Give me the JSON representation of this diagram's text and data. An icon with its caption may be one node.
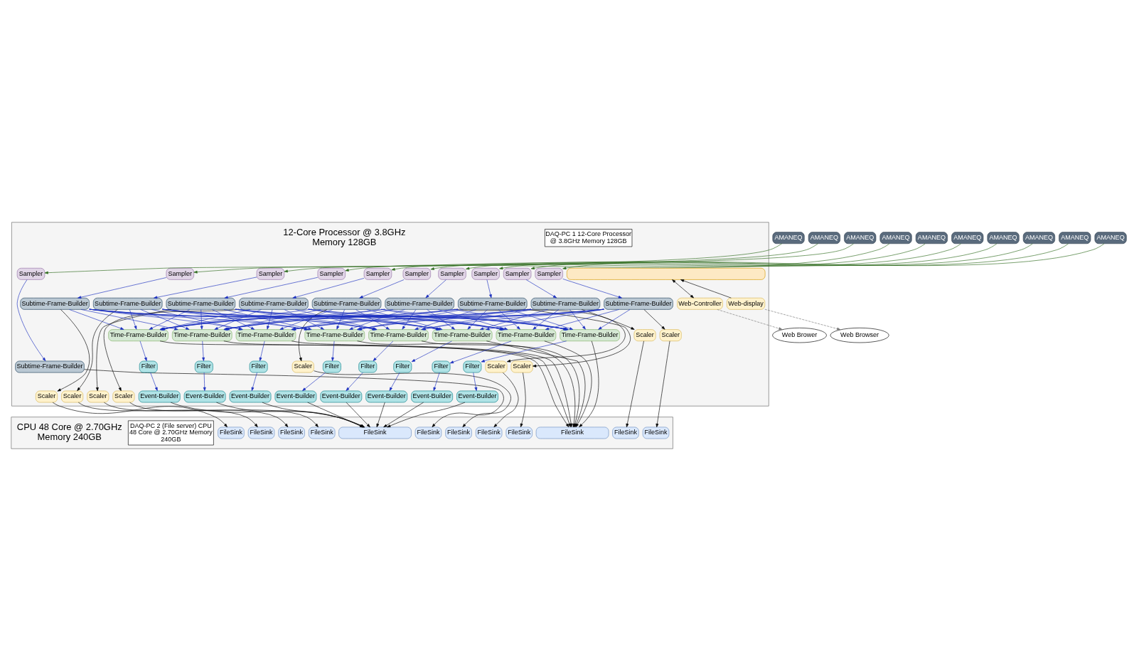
{
  "diagram": {
    "nodes": [
      {
        "text": [],
        "shape": "box"
      },
      {
        "text": [],
        "shape": "box",
        "in": 0
      },
      {
        "text": [
          "AMANEQ"
        ]
      },
      {
        "text": [
          "AMANEQ"
        ]
      },
      {
        "text": [
          "AMANEQ"
        ]
      },
      {
        "text": [
          "AMANEQ"
        ]
      },
      {
        "text": [
          "AMANEQ"
        ]
      },
      {
        "text": [
          "AMANEQ"
        ]
      },
      {
        "text": [
          "AMANEQ"
        ]
      },
      {
        "text": [
          "AMANEQ"
        ]
      },
      {
        "text": [
          "AMANEQ"
        ]
      },
      {
        "text": [
          "AMANEQ"
        ]
      },
      {
        "text": [
          "Sampler"
        ],
        "in": 0
      },
      {
        "text": [
          "Sampler"
        ],
        "in": 0
      },
      {
        "text": [
          "Sampler"
        ],
        "in": 0
      },
      {
        "text": [
          "Sampler"
        ],
        "in": 0
      },
      {
        "text": [
          "Sampler"
        ],
        "in": 0
      },
      {
        "text": [
          "Sampler"
        ],
        "in": 0
      },
      {
        "text": [
          "Sampler"
        ],
        "in": 0
      },
      {
        "text": [
          "Sampler"
        ],
        "in": 0
      },
      {
        "text": [
          "Sampler"
        ],
        "in": 0
      },
      {
        "text": [
          "Sampler"
        ],
        "in": 0
      },
      {
        "text": [
          "Subtime-Frame-Builder"
        ],
        "in": 0
      },
      {
        "text": [
          "Subtime-Frame-Builder"
        ],
        "in": 0
      },
      {
        "text": [
          "Subtime-Frame-Builder"
        ],
        "in": 0
      },
      {
        "text": [
          "Subtime-Frame-Builder"
        ],
        "in": 0
      },
      {
        "text": [
          "Subtime-Frame-Builder"
        ],
        "in": 0
      },
      {
        "text": [
          "Subtime-Frame-Builder"
        ],
        "in": 0
      },
      {
        "text": [
          "Subtime-Frame-Builder"
        ],
        "in": 0
      },
      {
        "text": [
          "Subtime-Frame-Builder"
        ],
        "in": 0
      },
      {
        "text": [
          "Subtime-Frame-Builder"
        ],
        "in": 0
      },
      {
        "text": [
          "Subtime-Frame-Builder"
        ],
        "in": 0
      },
      {
        "text": [
          "Scaler"
        ],
        "in": 0
      },
      {
        "text": [
          "Scaler"
        ],
        "in": 0
      },
      {
        "text": [
          "Scaler"
        ],
        "in": 0
      },
      {
        "text": [
          "Scaler"
        ],
        "in": 0
      },
      {
        "text": [
          "Scaler"
        ],
        "in": 0
      },
      {
        "text": [
          "Scaler"
        ],
        "in": 0
      },
      {
        "text": [
          "Scaler"
        ],
        "in": 0
      },
      {
        "text": [
          "Scaler"
        ],
        "in": 0
      },
      {
        "text": [
          "Scaler"
        ],
        "in": 0
      },
      {
        "text": [
          "Time-Frame-Builder"
        ],
        "in": 0
      },
      {
        "text": [
          "Time-Frame-Builder"
        ],
        "in": 0
      },
      {
        "text": [
          "Time-Frame-Builder"
        ],
        "in": 0
      },
      {
        "text": [
          "Time-Frame-Builder"
        ],
        "in": 0
      },
      {
        "text": [
          "Time-Frame-Builder"
        ],
        "in": 0
      },
      {
        "text": [
          "Time-Frame-Builder"
        ],
        "in": 0
      },
      {
        "text": [
          "Time-Frame-Builder"
        ],
        "in": 0
      },
      {
        "text": [
          "Time-Frame-Builder"
        ],
        "in": 0
      },
      {
        "text": [
          "Filter"
        ],
        "in": 0
      },
      {
        "text": [
          "Filter"
        ],
        "in": 0
      },
      {
        "text": [
          "Filter"
        ],
        "in": 0
      },
      {
        "text": [
          "Filter"
        ],
        "in": 0
      },
      {
        "text": [
          "Filter"
        ],
        "in": 0
      },
      {
        "text": [
          "Filter"
        ],
        "in": 0
      },
      {
        "text": [
          "Filter"
        ],
        "in": 0
      },
      {
        "text": [
          "Filter"
        ],
        "in": 0
      },
      {
        "text": [
          "Event-Builder"
        ],
        "in": 0
      },
      {
        "text": [
          "Event-Builder"
        ],
        "in": 0
      },
      {
        "text": [
          "Event-Builder"
        ],
        "in": 0
      },
      {
        "text": [
          "Event-Builder"
        ],
        "in": 0
      },
      {
        "text": [
          "Event-Builder"
        ],
        "in": 0
      },
      {
        "text": [
          "Event-Builder"
        ],
        "in": 0
      },
      {
        "text": [
          "Event-Builder"
        ],
        "in": 0
      },
      {
        "text": [
          "Event-Builder"
        ],
        "in": 0
      },
      {
        "text": [
          "Web-Controller"
        ],
        "in": 0
      },
      {
        "text": [
          "Web-display"
        ],
        "in": 0
      },
      {
        "text": [
          "Web Browser"
        ]
      },
      {
        "text": [
          "Web Brower"
        ]
      },
      {
        "text": [
          "DAQ-PC 1 12-Core Processor @ 3.8GHz Memory 128GB"
        ],
        "in": 0
      },
      {
        "text": [],
        "shape": "box"
      },
      {
        "text": [
          "FileSink"
        ],
        "in": 70
      },
      {
        "text": [
          "FileSink"
        ],
        "in": 70
      },
      {
        "text": [
          "FileSink"
        ],
        "in": 70
      },
      {
        "text": [
          "FileSink"
        ],
        "in": 70
      },
      {
        "text": [
          "FileSink"
        ],
        "in": 70
      },
      {
        "text": [
          "FileSink"
        ],
        "in": 70
      },
      {
        "text": [
          "FileSink"
        ],
        "in": 70
      },
      {
        "text": [
          "FileSink"
        ],
        "in": 70
      },
      {
        "text": [
          "FileSink"
        ],
        "in": 70
      },
      {
        "text": [
          "FileSink"
        ],
        "in": 70
      },
      {
        "text": [
          "FileSink"
        ],
        "in": 70
      },
      {
        "text": [
          "FileSink"
        ],
        "in": 70
      },
      {
        "text": [
          "DAQ-PC 2 (File server) CPU 48 Core @ 2.70GHz Memory 240GB"
        ],
        "in": 70
      }
    ],
    "edges": [
      {
        "from": 2,
        "to": 12,
        "arrow": "to",
        "color": "#2e6b1e"
      },
      {
        "from": 3,
        "to": 13,
        "arrow": "to",
        "color": "#2e6b1e"
      },
      {
        "from": 4,
        "to": 14,
        "arrow": "to",
        "color": "#2e6b1e"
      },
      {
        "from": 5,
        "to": 15,
        "arrow": "to",
        "color": "#2e6b1e"
      },
      {
        "from": 6,
        "to": 16,
        "arrow": "to",
        "color": "#2e6b1e"
      },
      {
        "from": 7,
        "to": 17,
        "arrow": "to",
        "color": "#2e6b1e"
      },
      {
        "from": 8,
        "to": 18,
        "arrow": "to",
        "color": "#2e6b1e"
      },
      {
        "from": 9,
        "to": 19,
        "arrow": "to",
        "color": "#2e6b1e"
      },
      {
        "from": 10,
        "to": 20,
        "arrow": "to",
        "color": "#2e6b1e"
      },
      {
        "from": 11,
        "to": 21,
        "arrow": "to",
        "color": "#2e6b1e"
      },
      {
        "from": 12,
        "to": 22,
        "arrow": "to"
      },
      {
        "from": 13,
        "to": 23,
        "arrow": "to"
      },
      {
        "from": 14,
        "to": 24,
        "arrow": "to"
      },
      {
        "from": 15,
        "to": 25,
        "arrow": "to"
      },
      {
        "from": 16,
        "to": 26,
        "arrow": "to"
      },
      {
        "from": 17,
        "to": 27,
        "arrow": "to"
      },
      {
        "from": 18,
        "to": 28,
        "arrow": "to"
      },
      {
        "from": 19,
        "to": 29,
        "arrow": "to"
      },
      {
        "from": 20,
        "to": 30,
        "arrow": "to"
      },
      {
        "from": 21,
        "to": 31,
        "arrow": "to"
      },
      {
        "from": 22,
        "to": 80,
        "arrow": "to",
        "color": "#000000"
      },
      {
        "from": 23,
        "to": 32,
        "arrow": "to",
        "color": "#000000"
      },
      {
        "from": 24,
        "to": 33,
        "arrow": "to",
        "color": "#000000"
      },
      {
        "from": 25,
        "to": 34,
        "arrow": "to",
        "color": "#000000"
      },
      {
        "from": 26,
        "to": 35,
        "arrow": "to",
        "color": "#000000"
      },
      {
        "from": 27,
        "to": 36,
        "arrow": "to",
        "color": "#000000"
      },
      {
        "from": 28,
        "to": 37,
        "arrow": "to",
        "color": "#000000"
      },
      {
        "from": 29,
        "to": 38,
        "arrow": "to",
        "color": "#000000"
      },
      {
        "from": 30,
        "to": 39,
        "arrow": "to",
        "color": "#000000"
      },
      {
        "from": 31,
        "to": 40,
        "arrow": "to",
        "color": "#000000"
      },
      {
        "from": 32,
        "to": 79,
        "arrow": "to",
        "color": "#000000"
      },
      {
        "from": 33,
        "to": 78,
        "arrow": "to",
        "color": "#000000"
      },
      {
        "from": 34,
        "to": 77,
        "arrow": "to",
        "color": "#000000"
      },
      {
        "from": 35,
        "to": 76,
        "arrow": "to",
        "color": "#000000"
      },
      {
        "from": 36,
        "to": 75,
        "arrow": "to",
        "color": "#000000"
      },
      {
        "from": 37,
        "to": 74,
        "arrow": "to",
        "color": "#000000"
      },
      {
        "from": 38,
        "to": 73,
        "arrow": "to",
        "color": "#000000"
      },
      {
        "from": 39,
        "to": 72,
        "arrow": "to",
        "color": "#000000"
      },
      {
        "from": 40,
        "to": 71,
        "arrow": "to",
        "color": "#000000"
      },
      {
        "from": 23,
        "to": 41,
        "arrow": "to"
      },
      {
        "from": 23,
        "to": 42,
        "arrow": "to"
      },
      {
        "from": 23,
        "to": 43,
        "arrow": "to"
      },
      {
        "from": 23,
        "to": 44,
        "arrow": "to"
      },
      {
        "from": 23,
        "to": 45,
        "arrow": "to"
      },
      {
        "from": 23,
        "to": 46,
        "arrow": "to"
      },
      {
        "from": 23,
        "to": 47,
        "arrow": "to"
      },
      {
        "from": 23,
        "to": 48,
        "arrow": "to"
      },
      {
        "from": 24,
        "to": 41,
        "arrow": "to"
      },
      {
        "from": 24,
        "to": 42,
        "arrow": "to"
      },
      {
        "from": 24,
        "to": 43,
        "arrow": "to"
      },
      {
        "from": 24,
        "to": 44,
        "arrow": "to"
      },
      {
        "from": 24,
        "to": 45,
        "arrow": "to"
      },
      {
        "from": 24,
        "to": 46,
        "arrow": "to"
      },
      {
        "from": 24,
        "to": 47,
        "arrow": "to"
      },
      {
        "from": 24,
        "to": 48,
        "arrow": "to"
      },
      {
        "from": 25,
        "to": 41,
        "arrow": "to"
      },
      {
        "from": 25,
        "to": 42,
        "arrow": "to"
      },
      {
        "from": 25,
        "to": 43,
        "arrow": "to"
      },
      {
        "from": 25,
        "to": 44,
        "arrow": "to"
      },
      {
        "from": 25,
        "to": 45,
        "arrow": "to"
      },
      {
        "from": 25,
        "to": 46,
        "arrow": "to"
      },
      {
        "from": 25,
        "to": 47,
        "arrow": "to"
      },
      {
        "from": 25,
        "to": 48,
        "arrow": "to"
      },
      {
        "from": 26,
        "to": 41,
        "arrow": "to"
      },
      {
        "from": 26,
        "to": 42,
        "arrow": "to"
      },
      {
        "from": 26,
        "to": 43,
        "arrow": "to"
      },
      {
        "from": 26,
        "to": 44,
        "arrow": "to"
      },
      {
        "from": 26,
        "to": 45,
        "arrow": "to"
      },
      {
        "from": 26,
        "to": 46,
        "arrow": "to"
      },
      {
        "from": 26,
        "to": 47,
        "arrow": "to"
      },
      {
        "from": 26,
        "to": 48,
        "arrow": "to"
      },
      {
        "from": 27,
        "to": 41,
        "arrow": "to"
      },
      {
        "from": 27,
        "to": 42,
        "arrow": "to"
      },
      {
        "from": 27,
        "to": 43,
        "arrow": "to"
      },
      {
        "from": 27,
        "to": 44,
        "arrow": "to"
      },
      {
        "from": 27,
        "to": 45,
        "arrow": "to"
      },
      {
        "from": 27,
        "to": 46,
        "arrow": "to"
      },
      {
        "from": 27,
        "to": 47,
        "arrow": "to"
      },
      {
        "from": 27,
        "to": 48,
        "arrow": "to"
      },
      {
        "from": 28,
        "to": 41,
        "arrow": "to"
      },
      {
        "from": 28,
        "to": 42,
        "arrow": "to"
      },
      {
        "from": 28,
        "to": 43,
        "arrow": "to"
      },
      {
        "from": 28,
        "to": 44,
        "arrow": "to"
      },
      {
        "from": 28,
        "to": 45,
        "arrow": "to"
      },
      {
        "from": 28,
        "to": 46,
        "arrow": "to"
      },
      {
        "from": 28,
        "to": 47,
        "arrow": "to"
      },
      {
        "from": 28,
        "to": 48,
        "arrow": "to"
      },
      {
        "from": 29,
        "to": 41,
        "arrow": "to"
      },
      {
        "from": 29,
        "to": 42,
        "arrow": "to"
      },
      {
        "from": 29,
        "to": 43,
        "arrow": "to"
      },
      {
        "from": 29,
        "to": 44,
        "arrow": "to"
      },
      {
        "from": 29,
        "to": 45,
        "arrow": "to"
      },
      {
        "from": 29,
        "to": 46,
        "arrow": "to"
      },
      {
        "from": 29,
        "to": 47,
        "arrow": "to"
      },
      {
        "from": 29,
        "to": 48,
        "arrow": "to"
      },
      {
        "from": 30,
        "to": 41,
        "arrow": "to"
      },
      {
        "from": 30,
        "to": 42,
        "arrow": "to"
      },
      {
        "from": 30,
        "to": 43,
        "arrow": "to"
      },
      {
        "from": 30,
        "to": 44,
        "arrow": "to"
      },
      {
        "from": 30,
        "to": 45,
        "arrow": "to"
      },
      {
        "from": 30,
        "to": 46,
        "arrow": "to"
      },
      {
        "from": 30,
        "to": 47,
        "arrow": "to"
      },
      {
        "from": 30,
        "to": 48,
        "arrow": "to"
      },
      {
        "from": 31,
        "to": 41,
        "arrow": "to"
      },
      {
        "from": 31,
        "to": 42,
        "arrow": "to"
      },
      {
        "from": 31,
        "to": 43,
        "arrow": "to"
      },
      {
        "from": 31,
        "to": 44,
        "arrow": "to"
      },
      {
        "from": 31,
        "to": 45,
        "arrow": "to"
      },
      {
        "from": 31,
        "to": 46,
        "arrow": "to"
      },
      {
        "from": 31,
        "to": 47,
        "arrow": "to"
      },
      {
        "from": 31,
        "to": 48,
        "arrow": "to"
      },
      {
        "from": 41,
        "to": 49,
        "arrow": "to"
      },
      {
        "from": 42,
        "to": 50,
        "arrow": "to"
      },
      {
        "from": 43,
        "to": 51,
        "arrow": "to"
      },
      {
        "from": 44,
        "to": 52,
        "arrow": "to"
      },
      {
        "from": 45,
        "to": 53,
        "arrow": "to"
      },
      {
        "from": 46,
        "to": 54,
        "arrow": "to"
      },
      {
        "from": 47,
        "to": 55,
        "arrow": "to"
      },
      {
        "from": 48,
        "to": 56,
        "arrow": "to"
      },
      {
        "from": 49,
        "to": 57,
        "arrow": "to"
      },
      {
        "from": 50,
        "to": 58,
        "arrow": "to"
      },
      {
        "from": 51,
        "to": 59,
        "arrow": "to"
      },
      {
        "from": 52,
        "to": 60,
        "arrow": "to"
      },
      {
        "from": 53,
        "to": 61,
        "arrow": "to"
      },
      {
        "from": 54,
        "to": 62,
        "arrow": "to"
      },
      {
        "from": 55,
        "to": 63,
        "arrow": "to"
      },
      {
        "from": 56,
        "to": 64,
        "arrow": "to"
      },
      {
        "from": 41,
        "to": 81,
        "arrow": "to",
        "color": "#000000"
      },
      {
        "from": 42,
        "to": 81,
        "arrow": "to",
        "color": "#000000"
      },
      {
        "from": 43,
        "to": 81,
        "arrow": "to",
        "color": "#000000"
      },
      {
        "from": 44,
        "to": 81,
        "arrow": "to",
        "color": "#000000"
      },
      {
        "from": 45,
        "to": 81,
        "arrow": "to",
        "color": "#000000"
      },
      {
        "from": 46,
        "to": 81,
        "arrow": "to",
        "color": "#000000"
      },
      {
        "from": 47,
        "to": 81,
        "arrow": "to",
        "color": "#000000"
      },
      {
        "from": 48,
        "to": 81,
        "arrow": "to",
        "color": "#000000"
      },
      {
        "from": 57,
        "to": 82,
        "arrow": "to",
        "color": "#000000"
      },
      {
        "from": 58,
        "to": 82,
        "arrow": "to",
        "color": "#000000"
      },
      {
        "from": 59,
        "to": 82,
        "arrow": "to",
        "color": "#000000"
      },
      {
        "from": 60,
        "to": 82,
        "arrow": "to",
        "color": "#000000"
      },
      {
        "from": 61,
        "to": 82,
        "arrow": "to",
        "color": "#000000"
      },
      {
        "from": 62,
        "to": 82,
        "arrow": "to",
        "color": "#000000"
      },
      {
        "from": 63,
        "to": 82,
        "arrow": "to",
        "color": "#000000"
      },
      {
        "from": 64,
        "to": 82,
        "arrow": "to",
        "color": "#000000"
      },
      {
        "from": 65,
        "to": 1,
        "arrow": "both",
        "color": "#000000"
      },
      {
        "from": 66,
        "to": 1,
        "arrow": "to",
        "color": "#000000"
      },
      {
        "from": 66,
        "to": 67,
        "arrow": "to",
        "style": "dashed",
        "color": "#777777"
      },
      {
        "from": 65,
        "to": 68,
        "arrow": "to",
        "style": "dashed",
        "color": "#777777"
      }
    ],
    "labels": [
      "12-Core Processor @ 3.8GHz Memory 128GB",
      "CPU 48 Core @ 2.70GHz Memory 240GB"
    ]
  }
}
